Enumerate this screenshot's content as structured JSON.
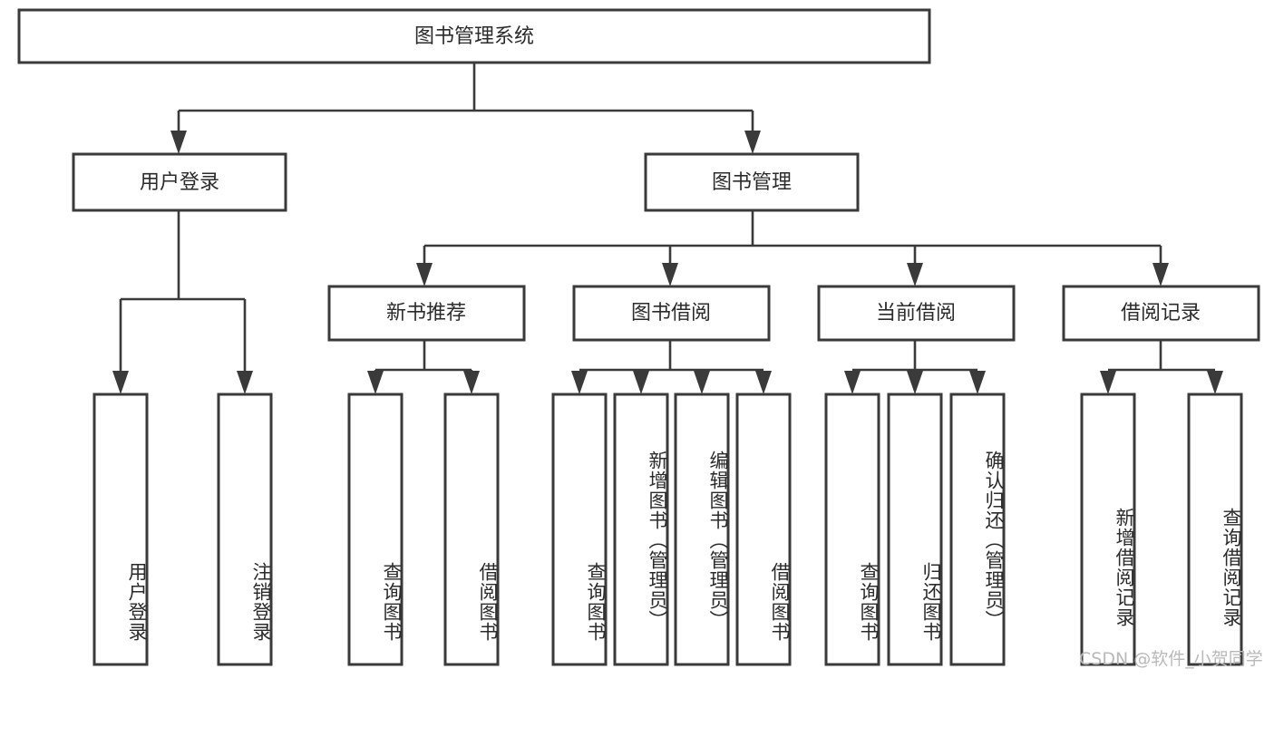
{
  "diagram": {
    "type": "tree-hierarchy",
    "title": "图书管理系统",
    "root": {
      "id": "root",
      "label": "图书管理系统",
      "level": 0,
      "orientation": "horizontal"
    },
    "level2": [
      {
        "id": "user-login",
        "label": "用户登录",
        "orientation": "horizontal"
      },
      {
        "id": "book-management",
        "label": "图书管理",
        "orientation": "horizontal"
      }
    ],
    "level3": [
      {
        "id": "new-book-recommend",
        "label": "新书推荐",
        "parent": "book-management",
        "orientation": "horizontal"
      },
      {
        "id": "book-borrow",
        "label": "图书借阅",
        "parent": "book-management",
        "orientation": "horizontal"
      },
      {
        "id": "current-borrow",
        "label": "当前借阅",
        "parent": "book-management",
        "orientation": "horizontal"
      },
      {
        "id": "borrow-record",
        "label": "借阅记录",
        "parent": "book-management",
        "orientation": "horizontal"
      }
    ],
    "leaves": [
      {
        "id": "leaf-user-login",
        "label": "用户登录",
        "parent": "user-login",
        "orientation": "vertical"
      },
      {
        "id": "leaf-user-logout",
        "label": "注销登录",
        "parent": "user-login",
        "orientation": "vertical"
      },
      {
        "id": "leaf-query-book-1",
        "label": "查询图书",
        "parent": "new-book-recommend",
        "orientation": "vertical"
      },
      {
        "id": "leaf-borrow-book-1",
        "label": "借阅图书",
        "parent": "new-book-recommend",
        "orientation": "vertical"
      },
      {
        "id": "leaf-query-book-2",
        "label": "查询图书",
        "parent": "book-borrow",
        "orientation": "vertical"
      },
      {
        "id": "leaf-add-book",
        "label": "新增图书（管理员）",
        "parent": "book-borrow",
        "orientation": "vertical"
      },
      {
        "id": "leaf-edit-book",
        "label": "编辑图书（管理员）",
        "parent": "book-borrow",
        "orientation": "vertical"
      },
      {
        "id": "leaf-borrow-book-2",
        "label": "借阅图书",
        "parent": "book-borrow",
        "orientation": "vertical"
      },
      {
        "id": "leaf-query-book-3",
        "label": "查询图书",
        "parent": "current-borrow",
        "orientation": "vertical"
      },
      {
        "id": "leaf-return-book",
        "label": "归还图书",
        "parent": "current-borrow",
        "orientation": "vertical"
      },
      {
        "id": "leaf-confirm-return",
        "label": "确认归还（管理员）",
        "parent": "current-borrow",
        "orientation": "vertical"
      },
      {
        "id": "leaf-add-record",
        "label": "新增借阅记录",
        "parent": "borrow-record",
        "orientation": "vertical"
      },
      {
        "id": "leaf-query-record",
        "label": "查询借阅记录",
        "parent": "borrow-record",
        "orientation": "vertical"
      }
    ],
    "colors": {
      "box_fill": "#ffffff",
      "box_stroke": "#3a3a3a",
      "text": "#2b2b2b",
      "connector": "#3a3a3a",
      "watermark": "#b9b9b9",
      "background": "#ffffff"
    }
  },
  "watermark": {
    "text": "CSDN @软件_小贺同学"
  }
}
